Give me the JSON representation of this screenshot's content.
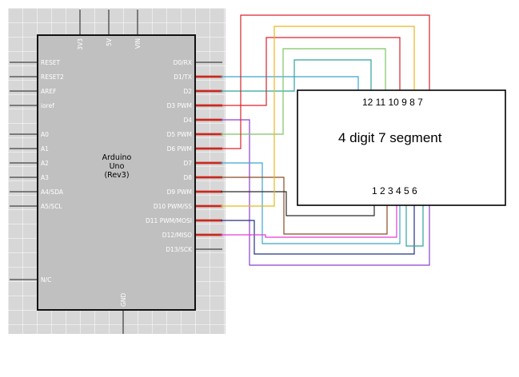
{
  "board": {
    "title_line1": "Arduino",
    "title_line2": "Uno",
    "title_line3": "(Rev3)",
    "top_pins": [
      "3V3",
      "5V",
      "VIN"
    ],
    "bottom_pins": [
      "GND"
    ],
    "left_pins": [
      "RESET",
      "RESET2",
      "AREF",
      "ioref",
      "A0",
      "A1",
      "A2",
      "A3",
      "A4/SDA",
      "A5/SCL",
      "N/C"
    ],
    "right_pins": [
      "D0/RX",
      "D1/TX",
      "D2",
      "D3 PWM",
      "D4",
      "D5 PWM",
      "D6 PWM",
      "D7",
      "D8",
      "D9 PWM",
      "D10 PWM/SS",
      "D11 PWM/MOSI",
      "D12/MISO",
      "D13/SCK"
    ]
  },
  "display": {
    "title": "4 digit 7 segment",
    "top_pins": "12 11 10 9 8 7",
    "bottom_pins": "1 2 3 4 5 6"
  },
  "colors": {
    "red": "#d9232a",
    "yellow": "#e8b820",
    "green": "#7dc462",
    "teal": "#2fa39b",
    "cyan": "#3ba5cf",
    "purple": "#8c3fd1",
    "brown": "#8b4a22",
    "magenta": "#e33ad8",
    "dark": "#2b2b2b",
    "navy": "#21337f",
    "grid_bg": "#d7d7d7",
    "board": "#c0c0c0",
    "pin_red": "#c8281e"
  }
}
